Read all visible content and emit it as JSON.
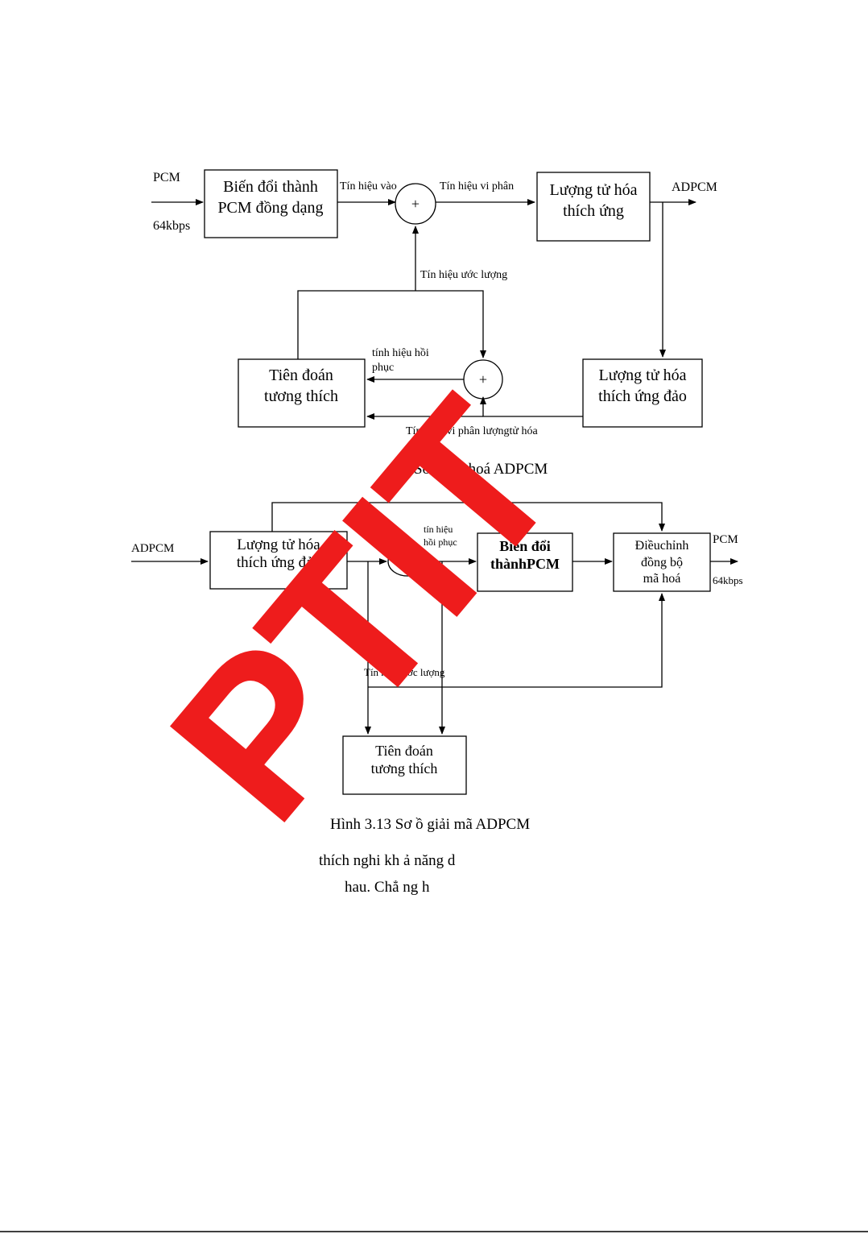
{
  "encoder": {
    "input_label": "PCM",
    "input_rate": "64kbps",
    "box_convert": [
      "Biến đổi thành",
      "PCM đồng dạng"
    ],
    "label_input_signal": "Tín hiệu vào",
    "label_diff_signal": "Tín hiệu vi phân",
    "box_quantizer": [
      "Lượng tử hóa",
      "thích ứng"
    ],
    "output_label": "ADPCM",
    "label_estimate": "Tín hiệu ước lượng",
    "label_recovered": [
      "tính hiệu hồi",
      "phục"
    ],
    "box_predictor": [
      "Tiên đoán",
      "tương thích"
    ],
    "box_inverse_quantizer": [
      "Lượng tử hóa",
      "thích ứng đảo"
    ],
    "label_quantized_diff": "Tín hiệu vi phân lượngtử hóa",
    "sum_symbol": "+"
  },
  "caption_encoder": "Sơ ồ   mã hoá ADPCM",
  "decoder": {
    "input_label": "ADPCM",
    "box_inverse_quantizer": [
      "Lượng tử hóa",
      "thích ứng đảo"
    ],
    "label_recovered": [
      "tín hiệu",
      "hồi phục"
    ],
    "box_convert": [
      "Biến đổi",
      "thànhPCM"
    ],
    "box_sync": [
      "Điềuchỉnh",
      "đồng bộ",
      "mã hoá"
    ],
    "output_label": "PCM",
    "output_rate": "64kbps",
    "label_estimate": "Tín hiệu ước lượng",
    "box_predictor": [
      "Tiên đoán",
      "tương thích"
    ],
    "sum_symbol": "+"
  },
  "caption_decoder": "Hình 3.13     Sơ ồ   giải mã ADPCM",
  "body_lines": [
    "thích nghi kh ả năng d",
    "hau. Chẳ      ng h"
  ],
  "watermark": "PTIT",
  "colors": {
    "watermark": "#ee1c1c",
    "line": "#000000"
  }
}
